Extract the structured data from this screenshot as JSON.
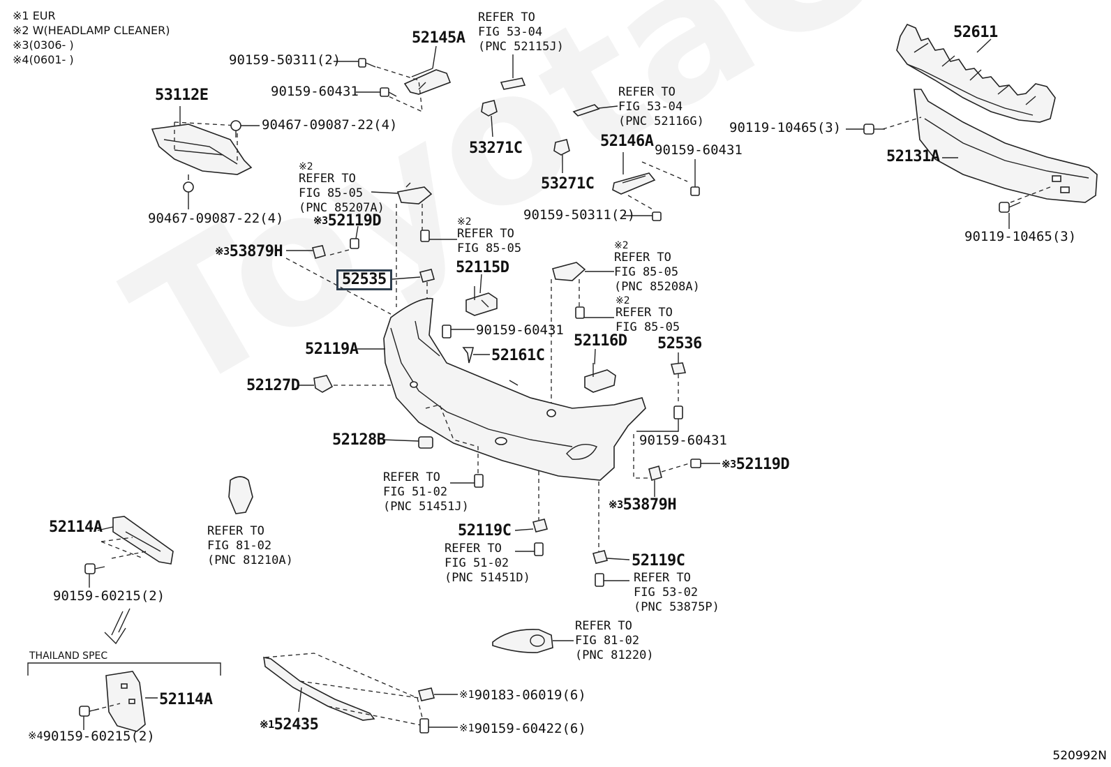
{
  "notes": [
    {
      "mark": "※1",
      "text": "EUR"
    },
    {
      "mark": "※2",
      "text": "W(HEADLAMP CLEANER)"
    },
    {
      "mark": "※3",
      "text": "(0306-     )"
    },
    {
      "mark": "※4",
      "text": "(0601-     )"
    }
  ],
  "parts": {
    "p52611": "52611",
    "p52131A": "52131A",
    "p90119a": "90119-10465(3)",
    "p90119b": "90119-10465(3)",
    "p52145A": "52145A",
    "p90159_50311a": "90159-50311(2)",
    "p90159_60431a": "90159-60431",
    "p53112E": "53112E",
    "p90467a": "90467-09087-22(4)",
    "p90467b": "90467-09087-22(4)",
    "p53271Ca": "53271C",
    "p53271Cb": "53271C",
    "p52146A": "52146A",
    "p90159_60431b": "90159-60431",
    "p90159_50311b": "90159-50311(2)",
    "p52119Da": "52119D",
    "p53879Ha": "53879H",
    "p52535": "52535",
    "p52115D": "52115D",
    "p90159_60431c": "90159-60431",
    "p52119A": "52119A",
    "p52161C": "52161C",
    "p52116D": "52116D",
    "p52536": "52536",
    "p52127D": "52127D",
    "p90159_60431d": "90159-60431",
    "p52128B": "52128B",
    "p52119Db": "52119D",
    "p53879Hb": "53879H",
    "p52114Aa": "52114A",
    "p90159_60215a": "90159-60215(2)",
    "p52119Ca": "52119C",
    "p52119Cb": "52119C",
    "p52114Ab": "52114A",
    "p90159_60215b": "90159-60215(2)",
    "p52435": "52435",
    "p90183": "90183-06019(6)",
    "p90159_60422": "90159-60422(6)"
  },
  "marks": {
    "m1": "※1",
    "m2": "※2",
    "m3": "※3",
    "m4": "※4"
  },
  "refs": {
    "r1": [
      "REFER TO",
      "FIG 53-04",
      "(PNC 52115J)"
    ],
    "r2": [
      "REFER TO",
      "FIG 53-04",
      "(PNC 52116G)"
    ],
    "r3": [
      "REFER TO",
      "FIG 85-05",
      "(PNC 85207A)"
    ],
    "r4": [
      "REFER TO",
      "FIG 85-05"
    ],
    "r5": [
      "REFER TO",
      "FIG 85-05",
      "(PNC 85208A)"
    ],
    "r6": [
      "REFER TO",
      "FIG 85-05"
    ],
    "r7": [
      "REFER TO",
      "FIG 51-02",
      "(PNC 51451J)"
    ],
    "r8": [
      "REFER TO",
      "FIG 81-02",
      "(PNC 81210A)"
    ],
    "r9": [
      "REFER TO",
      "FIG 51-02",
      "(PNC 51451D)"
    ],
    "r10": [
      "REFER TO",
      "FIG 53-02",
      "(PNC 53875P)"
    ],
    "r11": [
      "REFER TO",
      "FIG 81-02",
      "(PNC 81220)"
    ]
  },
  "thailand_spec": "THAILAND SPEC",
  "figure_id": "520992N",
  "watermark": "ToyotaCarline.ru"
}
